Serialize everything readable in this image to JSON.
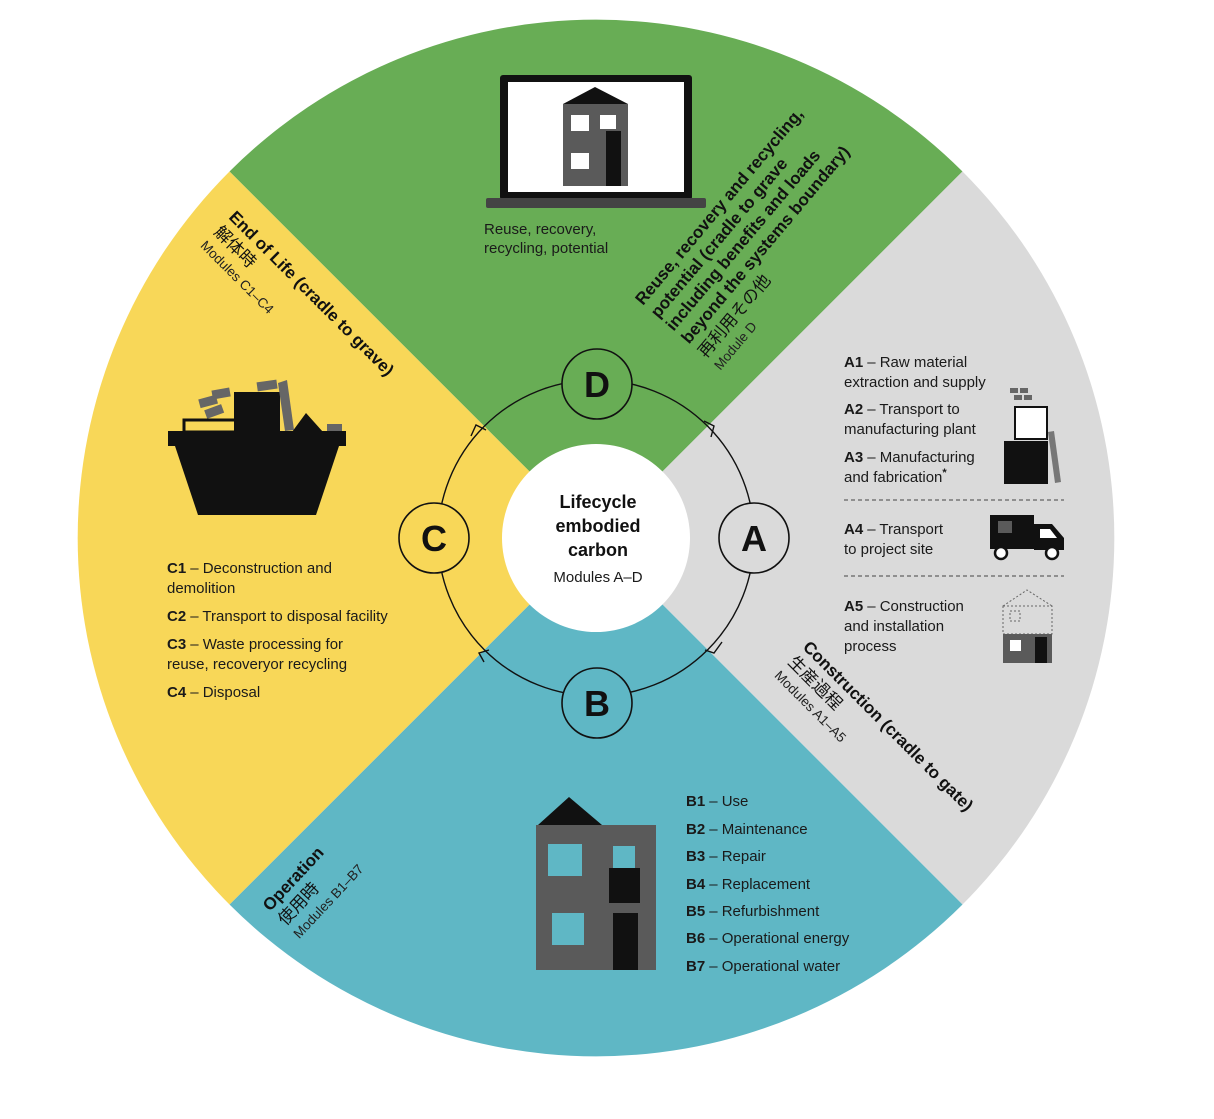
{
  "center": {
    "title_lines": [
      "Lifecycle",
      "embodied",
      "carbon"
    ],
    "subtitle": "Modules A–D"
  },
  "stages": {
    "A": {
      "letter": "A",
      "title": "Construction (cradle to gate)",
      "japanese": "生産過程",
      "modules": "Modules A1–A5",
      "items": [
        {
          "code": "A1",
          "lines": [
            "– Raw material",
            "extraction and supply"
          ]
        },
        {
          "code": "A2",
          "lines": [
            "– Transport to",
            "manufacturing plant"
          ]
        },
        {
          "code": "A3",
          "lines": [
            "– Manufacturing",
            "and fabrication"
          ],
          "mark": "*"
        },
        {
          "code": "A4",
          "lines": [
            "– Transport",
            "to project site"
          ]
        },
        {
          "code": "A5",
          "lines": [
            "– Construction",
            "and installation",
            "process"
          ]
        }
      ]
    },
    "B": {
      "letter": "B",
      "title": "Operation",
      "japanese": "使用時",
      "modules": "Modules B1–B7",
      "items": [
        {
          "code": "B1",
          "text": "– Use"
        },
        {
          "code": "B2",
          "text": "– Maintenance"
        },
        {
          "code": "B3",
          "text": "– Repair"
        },
        {
          "code": "B4",
          "text": "– Replacement"
        },
        {
          "code": "B5",
          "text": "– Refurbishment"
        },
        {
          "code": "B6",
          "text": "– Operational energy"
        },
        {
          "code": "B7",
          "text": "– Operational water"
        }
      ]
    },
    "C": {
      "letter": "C",
      "title": "End of Life (cradle to grave)",
      "japanese": "解体時",
      "modules": "Modules C1–C4",
      "items": [
        {
          "code": "C1",
          "lines": [
            "– Deconstruction and",
            "demolition"
          ]
        },
        {
          "code": "C2",
          "lines": [
            "– Transport to disposal facility"
          ]
        },
        {
          "code": "C3",
          "lines": [
            "– Waste processing for",
            "reuse, recoveryor recycling"
          ]
        },
        {
          "code": "C4",
          "lines": [
            "– Disposal"
          ]
        }
      ]
    },
    "D": {
      "letter": "D",
      "title_lines": [
        "Reuse, recovery and recycling,",
        "potential (cradle to grave",
        "including benefits and loads",
        "beyond the systems boundary)"
      ],
      "japanese": "再利用その他",
      "modules": "Module D",
      "caption_lines": [
        "Reuse, recovery,",
        "recycling, potential"
      ]
    }
  },
  "colors": {
    "green": "#68ad55",
    "grey": "#dadada",
    "teal": "#5fb7c5",
    "yellow": "#f8d758",
    "icon_dark": "#5a5a5a",
    "icon_black": "#000000"
  },
  "icons": [
    "monitor-house-icon",
    "skip-bin-icon",
    "material-stack-icon",
    "truck-icon",
    "house-outline-icon",
    "apartment-icon",
    "cycle-arrow-icon"
  ]
}
